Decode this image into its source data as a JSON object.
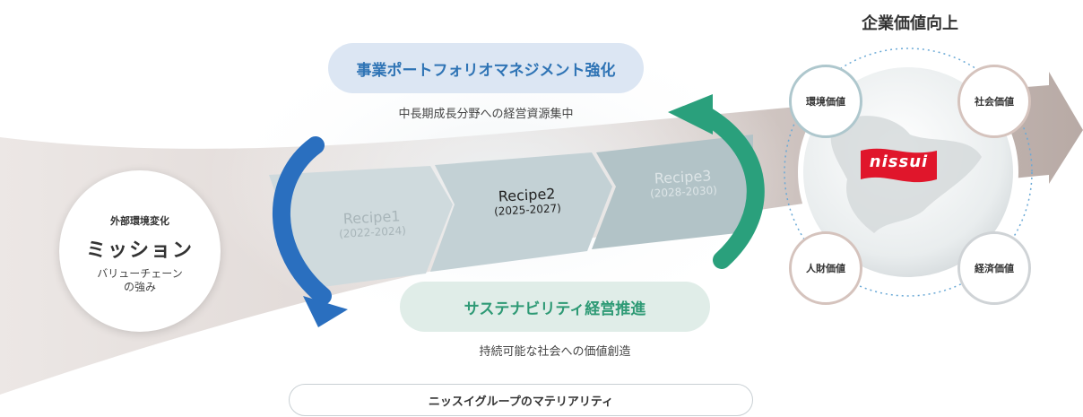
{
  "title": "企業価値向上",
  "top_pill": {
    "label": "事業ポートフォリオマネジメント強化",
    "caption": "中長期成長分野への経営資源集中"
  },
  "bottom_pill": {
    "label": "サステナビリティ経営推進",
    "caption": "持続可能な社会への価値創造"
  },
  "footer_pill": {
    "label": "ニッスイグループのマテリアリティ"
  },
  "left_circle": {
    "top": "外部環境変化",
    "mission": "ミッション",
    "bottom_line1": "バリューチェーン",
    "bottom_line2": "の強み"
  },
  "recipes": [
    {
      "name": "Recipe1",
      "years": "(2022-2024)"
    },
    {
      "name": "Recipe2",
      "years": "(2025-2027)"
    },
    {
      "name": "Recipe3",
      "years": "(2028-2030)"
    }
  ],
  "values": {
    "env": "環境価値",
    "social": "社会価値",
    "human": "人財価値",
    "econ": "経済価値"
  },
  "logo_text": "nissui",
  "colors": {
    "top_pill_bg": "#dce6f3",
    "top_pill_text": "#2f74b5",
    "bottom_pill_bg": "#e0ede8",
    "bottom_pill_text": "#2e9a75",
    "blue_arrow": "#2a6fbf",
    "green_arrow": "#2aa07c",
    "logo_red": "#e0162b"
  }
}
